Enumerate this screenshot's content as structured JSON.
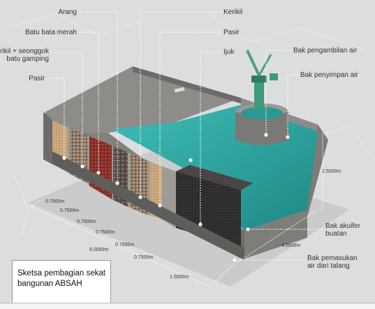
{
  "labels": {
    "arang": "Arang",
    "batu_bata_merah": "Batu bata merah",
    "kerikil_batu_gamping_1": "Kerikil + seonggok",
    "kerikil_batu_gamping_2": "batu gamping",
    "pasir_left": "Pasir",
    "kerikil": "Kerikil",
    "pasir_top": "Pasir",
    "ijuk": "Ijuk",
    "bak_pengambilan_air": "Bak pengambilan air",
    "bak_penyimpan_air": "Bak penyimpan air",
    "bak_akuifer_1": "Bak akuifer",
    "bak_akuifer_2": "buatan",
    "bak_pemasukan_1": "Bak pemasukan",
    "bak_pemasukan_2": "air dari talang"
  },
  "dimensions": {
    "d1": "0.7500m",
    "d2": "0.7500m",
    "d3": "0.7500m",
    "d4": "0.7500m",
    "d5": "0.7500m",
    "d6": "0.7500m",
    "total_width": "6.0000m",
    "chamber": "1.5000m",
    "length": "4.0000m",
    "height": "2.5000m"
  },
  "caption": {
    "line1": "Sketsa pembagian sekat",
    "line2": "bangunan ABSAH"
  },
  "colors": {
    "water": "#2fa7a3",
    "wall": "#8c8b86",
    "brick": "#8b2f28",
    "sand": "#c9a57c",
    "charcoal": "#2e2b2b",
    "ijuk": "#3b2f2d"
  }
}
